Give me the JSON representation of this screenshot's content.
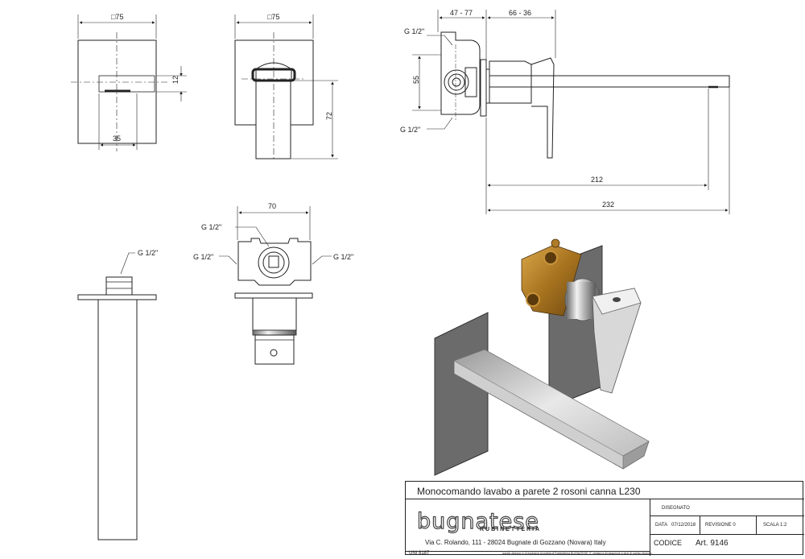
{
  "dimensions": {
    "front_width": "□75",
    "front_height_small": "12",
    "front_bottom": "35",
    "side_width": "□75",
    "side_height": "72",
    "top_left": "47 - 77",
    "top_right": "66 - 36",
    "side_55": "55",
    "len_212": "212",
    "len_232": "232",
    "box_70": "70"
  },
  "threads": {
    "g_top": "G 1/2\"",
    "g_bottom": "G 1/2\"",
    "g_box_top": "G 1/2\"",
    "g_box_left": "G 1/2\"",
    "g_box_right": "G 1/2\"",
    "g_spout": "G 1/2\""
  },
  "title_block": {
    "title": "Monocomando lavabo a parete 2 rosoni canna L230",
    "brand": "bugnatese",
    "brand_sub": "RUBINETTERIA",
    "address": "Via C. Rolando, 111 - 28024 Bugnate di Gozzano (Novara) Italy",
    "disegnato": "DISEGNATO",
    "data_label": "DATA",
    "data_value": "07/12/2018",
    "revisione": "REVISIONE 0",
    "scala": "SCALA 1:2",
    "codice": "CODICE",
    "art": "Art. 9146",
    "uni": "UNI 8187",
    "disclaimer": "questo disegno è di esclusiva proprietà di Rubinetteria BUGNATESE. E' vietata la divulgazione a terzi di questo disegno"
  }
}
